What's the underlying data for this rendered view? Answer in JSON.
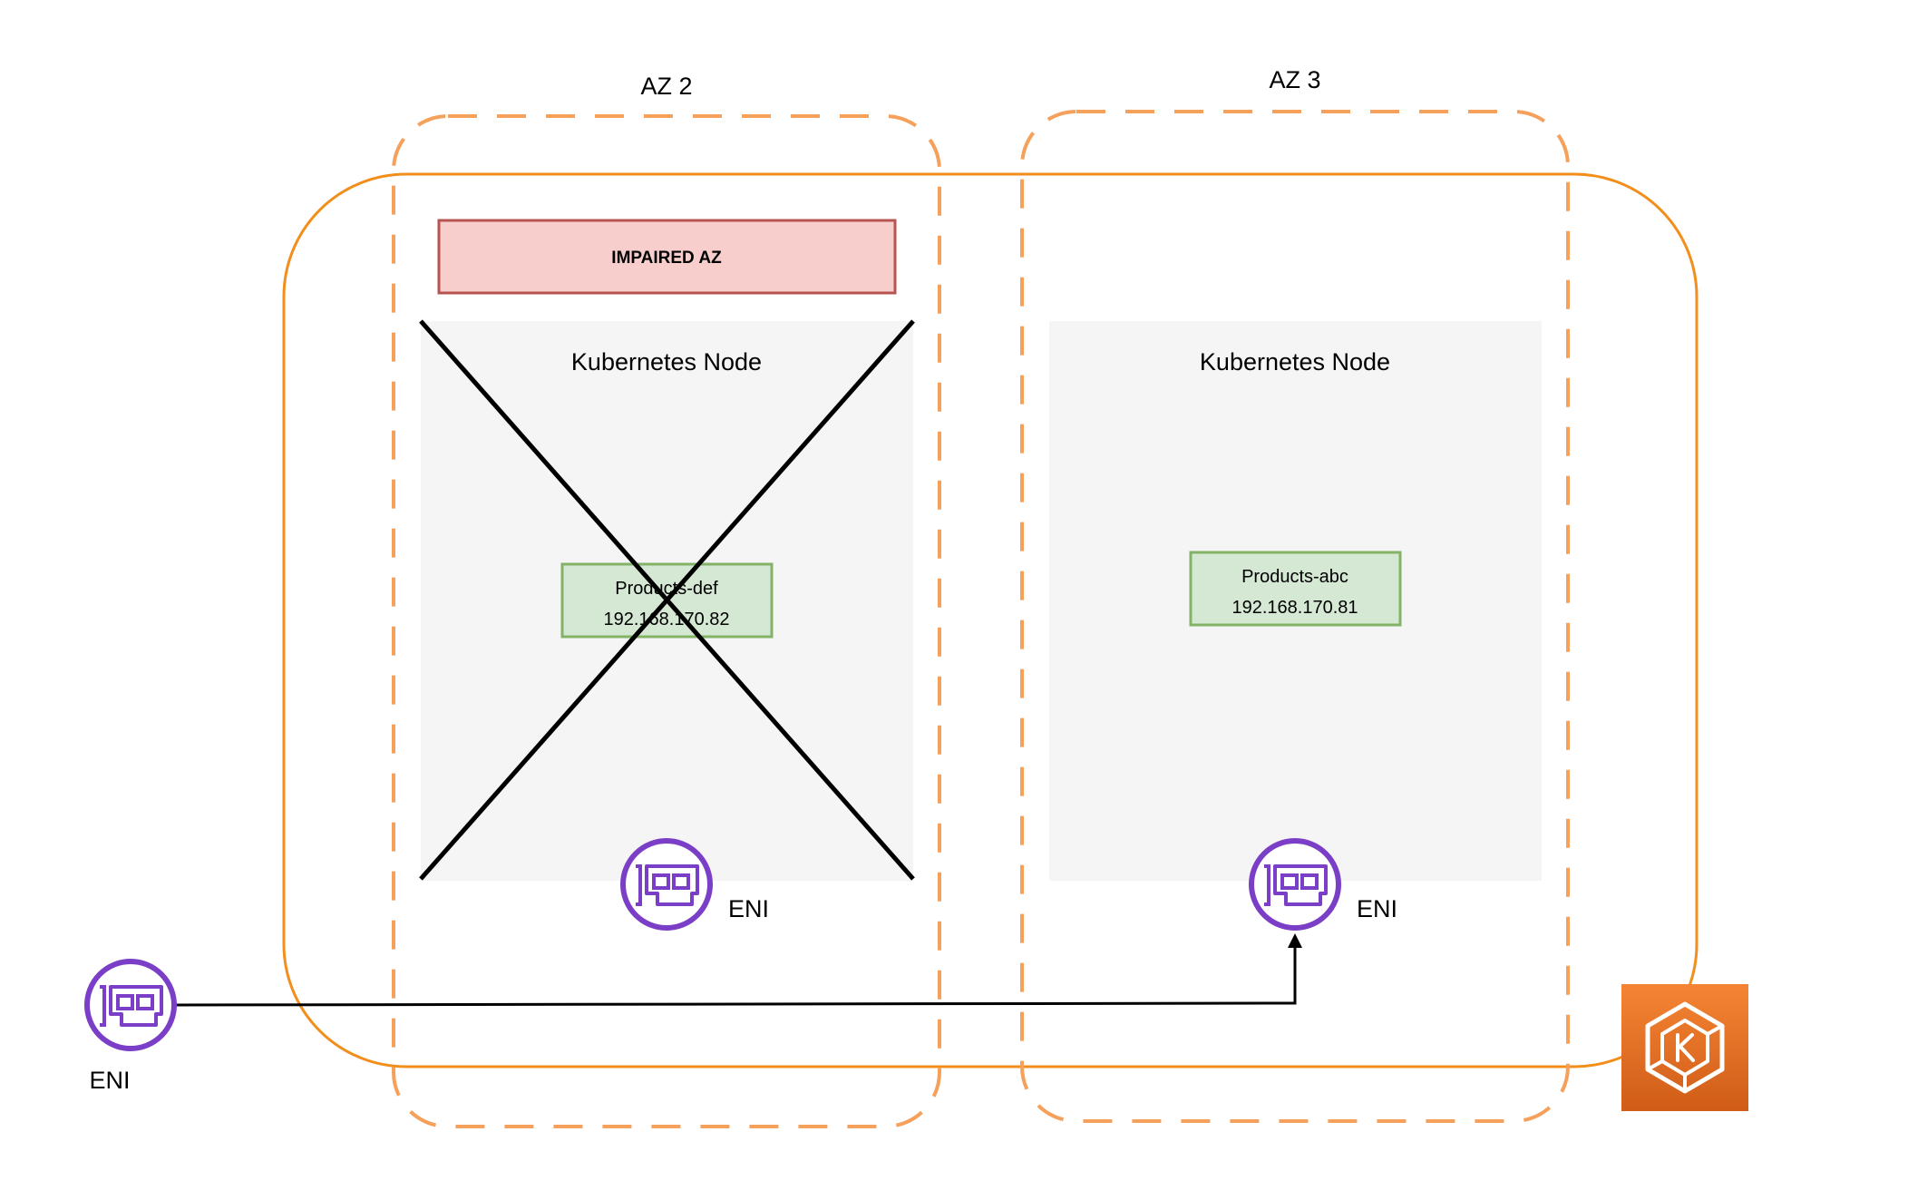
{
  "zones": [
    {
      "id": "az2",
      "label": "AZ 2"
    },
    {
      "id": "az3",
      "label": "AZ 3"
    }
  ],
  "impaired_banner": {
    "text": "IMPAIRED AZ"
  },
  "nodes": [
    {
      "id": "node-az2",
      "title": "Kubernetes Node",
      "pod_name": "Products-def",
      "pod_ip": "192.168.170.82",
      "failed": true,
      "eni_label": "ENI"
    },
    {
      "id": "node-az3",
      "title": "Kubernetes Node",
      "pod_name": "Products-abc",
      "pod_ip": "192.168.170.81",
      "failed": false,
      "eni_label": "ENI"
    }
  ],
  "external_eni": {
    "label": "ENI"
  },
  "eks_logo": {
    "icon": "kubernetes-eks-icon"
  },
  "colors": {
    "cluster_border": "#f28e1c",
    "az_border": "#f5a05b",
    "impaired_fill": "#f8cecc",
    "impaired_border": "#b85450",
    "pod_fill": "#d5e8d4",
    "pod_border": "#82b366",
    "node_fill": "#f5f5f5",
    "eni_purple": "#7b3fc7",
    "eks_gradient_top": "#f58534",
    "eks_gradient_bottom": "#d05c17"
  }
}
